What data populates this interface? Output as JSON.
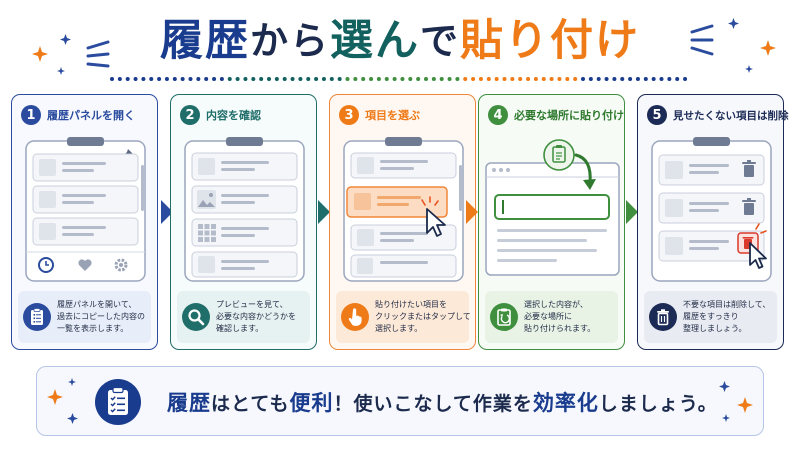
{
  "title": {
    "part1": "履歴",
    "part2": "から",
    "part3": "選ん",
    "part4": "で",
    "part5": "貼り付け"
  },
  "steps": [
    {
      "number": "1",
      "heading": "履歴パネルを開く",
      "description": [
        "履歴パネルを開いて、",
        "過去にコピーした内容の",
        "一覧を表示します。"
      ]
    },
    {
      "number": "2",
      "heading": "内容を確認",
      "description": [
        "プレビューを見て、",
        "必要な内容かどうかを",
        "確認します。"
      ]
    },
    {
      "number": "3",
      "heading": "項目を選ぶ",
      "description": [
        "貼り付けたい項目を",
        "クリックまたはタップして",
        "選択します。"
      ]
    },
    {
      "number": "4",
      "heading": "必要な場所に貼り付け",
      "description": [
        "選択した内容が、",
        "必要な場所に",
        "貼り付けられます。"
      ]
    },
    {
      "number": "5",
      "heading": "見せたくない項目は削除",
      "description": [
        "不要な項目は削除して、",
        "履歴をすっきり",
        "整理しましょう。"
      ]
    }
  ],
  "banner": {
    "p1": "履歴",
    "p2": "はとても",
    "p3": "便利",
    "p4": "！使いこなして作業を",
    "p5": "効率化",
    "p6": "しましょう。"
  },
  "icons": {
    "step1_illustration": [
      "pin-icon",
      "clock-icon",
      "heart-icon",
      "gear-icon"
    ],
    "step2_illustration": [
      "image-icon",
      "grid-icon"
    ],
    "step3_illustration": [
      "cursor-icon"
    ],
    "step4_illustration": [
      "clipboard-icon",
      "curved-arrow-icon"
    ],
    "step5_illustration": [
      "trash-icon",
      "cursor-icon"
    ],
    "descriptions": [
      "clipboard-list-icon",
      "magnifier-icon",
      "tap-hand-icon",
      "paste-icon",
      "trash-icon"
    ],
    "banner": "clipboard-check-icon"
  },
  "colors": {
    "navy": "#1a3c8e",
    "teal": "#12615e",
    "orange": "#ef7a18",
    "green": "#3f8f3f",
    "dark": "#1c2b56"
  }
}
